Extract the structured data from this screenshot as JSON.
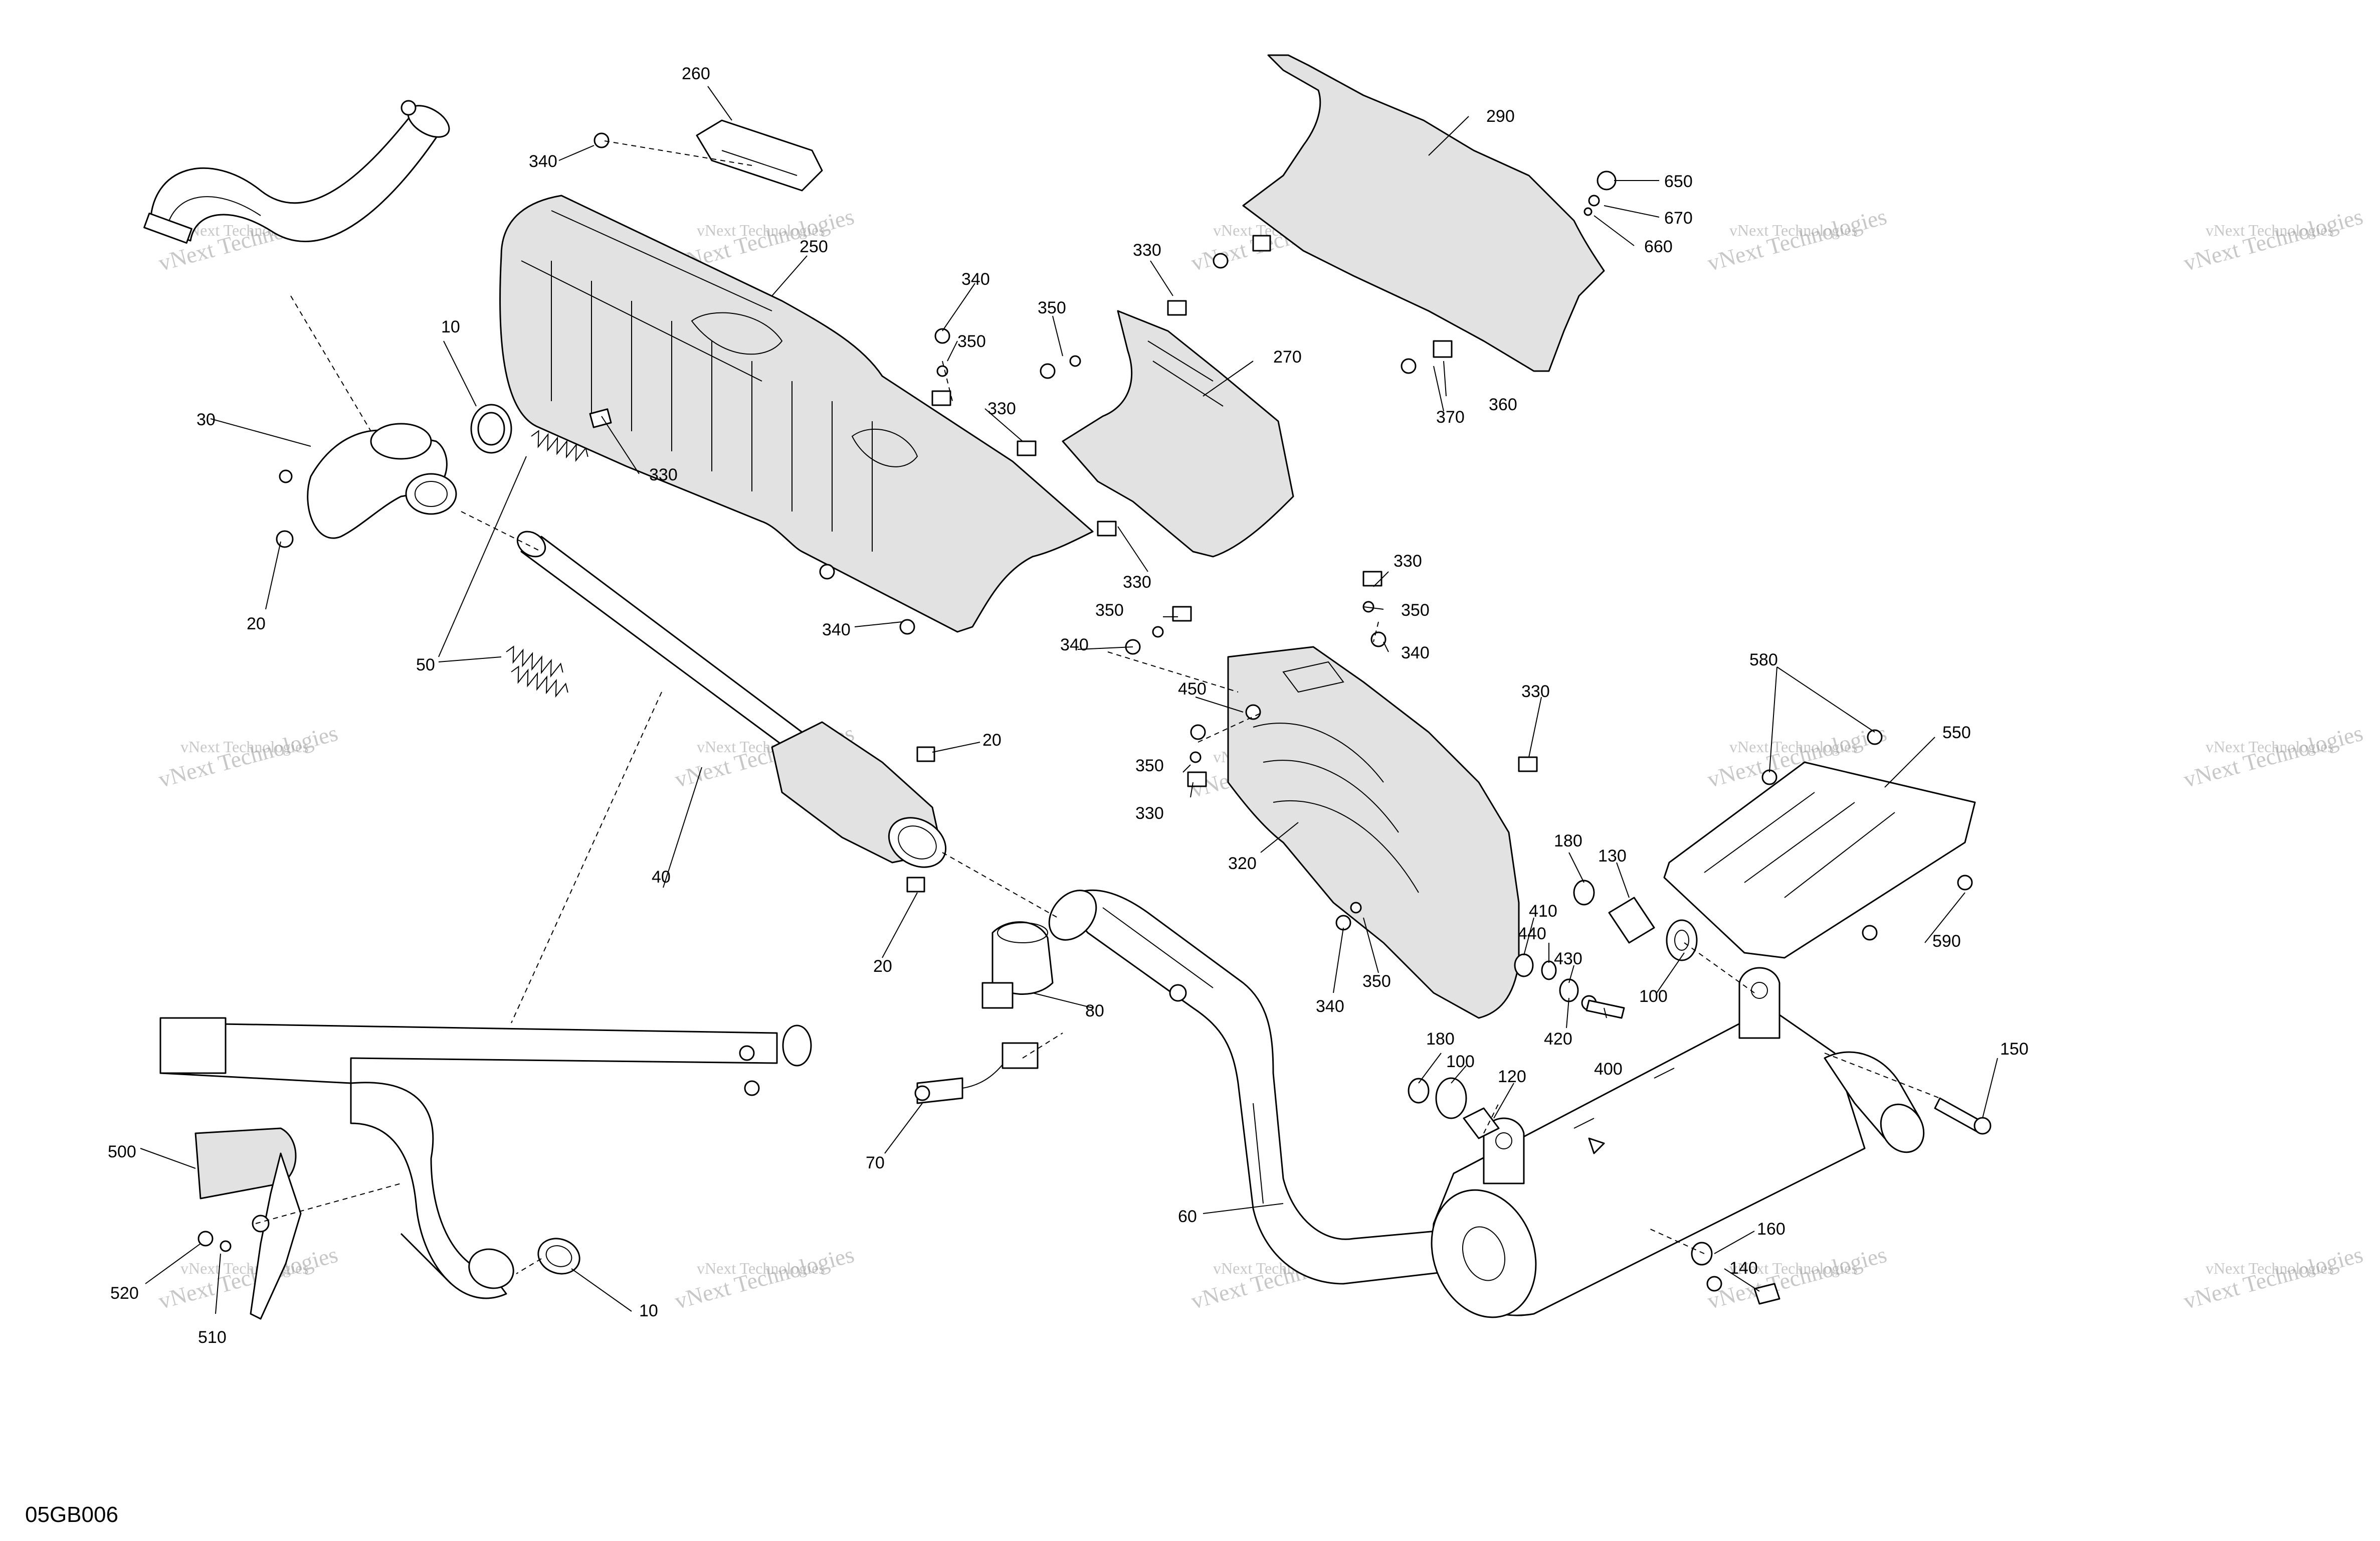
{
  "diagram_code": "05GB006",
  "watermark_text": "vNext Technologies",
  "callouts": [
    {
      "id": "c260a",
      "text": "260"
    },
    {
      "id": "c340a",
      "text": "340"
    },
    {
      "id": "c250",
      "text": "250"
    },
    {
      "id": "c290",
      "text": "290"
    },
    {
      "id": "c650",
      "text": "650"
    },
    {
      "id": "c670",
      "text": "670"
    },
    {
      "id": "c660",
      "text": "660"
    },
    {
      "id": "c330a",
      "text": "330"
    },
    {
      "id": "c340b",
      "text": "340"
    },
    {
      "id": "c350a",
      "text": "350"
    },
    {
      "id": "c350b",
      "text": "350"
    },
    {
      "id": "c330b",
      "text": "330"
    },
    {
      "id": "c270",
      "text": "270"
    },
    {
      "id": "c370",
      "text": "370"
    },
    {
      "id": "c360",
      "text": "360"
    },
    {
      "id": "c10a",
      "text": "10"
    },
    {
      "id": "c30",
      "text": "30"
    },
    {
      "id": "c330c",
      "text": "330"
    },
    {
      "id": "c20a",
      "text": "20"
    },
    {
      "id": "c340c",
      "text": "340"
    },
    {
      "id": "c330d",
      "text": "330"
    },
    {
      "id": "c350c",
      "text": "350"
    },
    {
      "id": "c340d",
      "text": "340"
    },
    {
      "id": "c330e",
      "text": "330"
    },
    {
      "id": "c350d",
      "text": "350"
    },
    {
      "id": "c340e",
      "text": "340"
    },
    {
      "id": "c450",
      "text": "450"
    },
    {
      "id": "c50",
      "text": "50"
    },
    {
      "id": "c20b",
      "text": "20"
    },
    {
      "id": "c330f",
      "text": "330"
    },
    {
      "id": "c350e",
      "text": "350"
    },
    {
      "id": "c330g",
      "text": "330"
    },
    {
      "id": "c580",
      "text": "580"
    },
    {
      "id": "c550",
      "text": "550"
    },
    {
      "id": "c40",
      "text": "40"
    },
    {
      "id": "c320",
      "text": "320"
    },
    {
      "id": "c180a",
      "text": "180"
    },
    {
      "id": "c130",
      "text": "130"
    },
    {
      "id": "c20c",
      "text": "20"
    },
    {
      "id": "c410",
      "text": "410"
    },
    {
      "id": "c440",
      "text": "440"
    },
    {
      "id": "c590",
      "text": "590"
    },
    {
      "id": "c340f",
      "text": "340"
    },
    {
      "id": "c350f",
      "text": "350"
    },
    {
      "id": "c430",
      "text": "430"
    },
    {
      "id": "c100a",
      "text": "100"
    },
    {
      "id": "c80",
      "text": "80"
    },
    {
      "id": "c420",
      "text": "420"
    },
    {
      "id": "c180b",
      "text": "180"
    },
    {
      "id": "c400",
      "text": "400"
    },
    {
      "id": "c150",
      "text": "150"
    },
    {
      "id": "c100b",
      "text": "100"
    },
    {
      "id": "c120",
      "text": "120"
    },
    {
      "id": "c500",
      "text": "500"
    },
    {
      "id": "c70",
      "text": "70"
    },
    {
      "id": "c60",
      "text": "60"
    },
    {
      "id": "c160",
      "text": "160"
    },
    {
      "id": "c520",
      "text": "520"
    },
    {
      "id": "c140",
      "text": "140"
    },
    {
      "id": "c10b",
      "text": "10"
    },
    {
      "id": "c510",
      "text": "510"
    }
  ]
}
